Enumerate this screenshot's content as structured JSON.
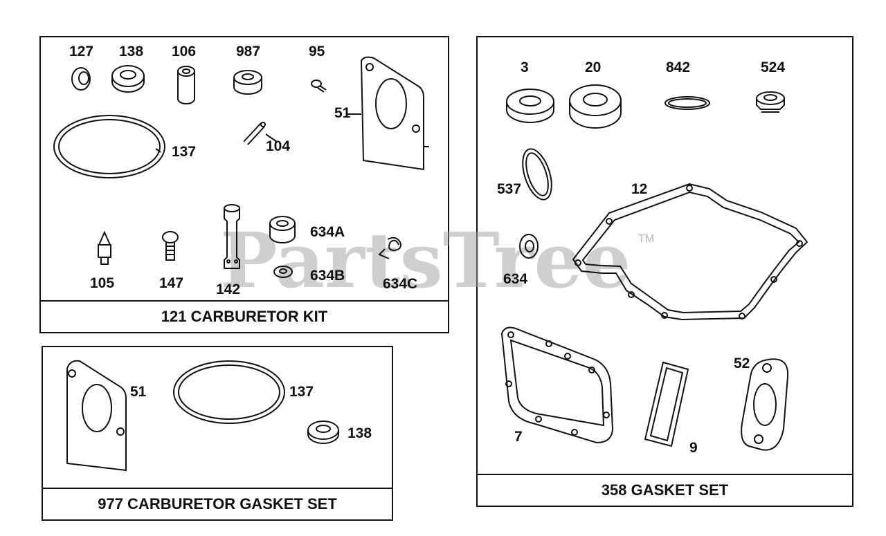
{
  "panels": {
    "carburetor_kit": {
      "title": "121 CARBURETOR KIT",
      "parts": [
        "127",
        "138",
        "106",
        "987",
        "95",
        "51",
        "137",
        "104",
        "105",
        "147",
        "142",
        "634A",
        "634B",
        "634C"
      ]
    },
    "carburetor_gasket_set": {
      "title": "977 CARBURETOR GASKET SET",
      "parts": [
        "51",
        "137",
        "138"
      ]
    },
    "gasket_set": {
      "title": "358 GASKET SET",
      "parts": [
        "3",
        "20",
        "842",
        "524",
        "537",
        "12",
        "634",
        "7",
        "9",
        "52"
      ]
    }
  },
  "watermark": {
    "text": "PartsTree",
    "tm": "TM"
  }
}
